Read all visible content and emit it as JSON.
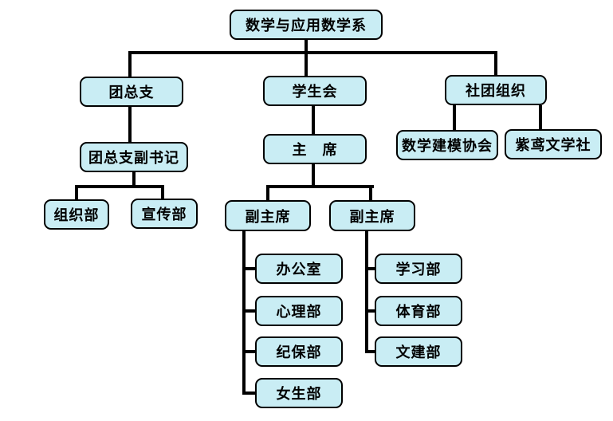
{
  "colors": {
    "background": "#ffffff",
    "box_fill": "#c9edf4",
    "box_border": "#000000",
    "line": "#000000"
  },
  "nodes": {
    "root": {
      "label": "数学与应用数学系"
    },
    "league_branch": {
      "label": "团总支"
    },
    "student_union": {
      "label": "学生会"
    },
    "club_organizations": {
      "label": "社团组织"
    },
    "league_deputy_secretary": {
      "label": "团总支副书记"
    },
    "organization_dept": {
      "label": "组织部"
    },
    "publicity_dept": {
      "label": "宣传部"
    },
    "chairman": {
      "label": "主　席"
    },
    "vice_chairman_left": {
      "label": "副主席"
    },
    "vice_chairman_right": {
      "label": "副主席"
    },
    "office": {
      "label": "办公室"
    },
    "psychology_dept": {
      "label": "心理部"
    },
    "discipline_security_dept": {
      "label": "纪保部"
    },
    "girls_dept": {
      "label": "女生部"
    },
    "study_dept": {
      "label": "学习部"
    },
    "sports_dept": {
      "label": "体育部"
    },
    "culture_dept": {
      "label": "文建部"
    },
    "math_modeling_association": {
      "label": "数学建模协会"
    },
    "ziyuan_literature_society": {
      "label": "紫鸢文学社"
    }
  }
}
